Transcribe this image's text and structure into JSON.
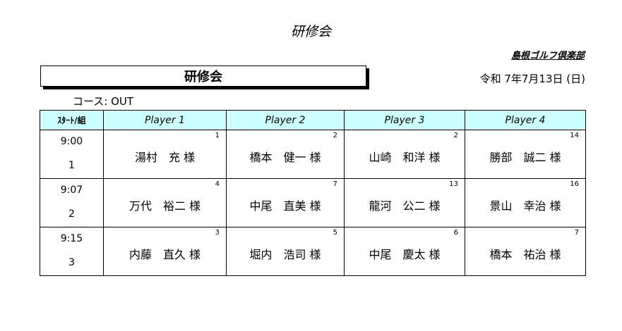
{
  "header": {
    "title": "研修会",
    "club": "島根ゴルフ倶楽部",
    "event": "研修会",
    "date": "令和 7年7月13日 (日)",
    "course": "コース: OUT"
  },
  "table": {
    "headers": [
      "ｽﾀｰﾄ/組",
      "Player 1",
      "Player 2",
      "Player 3",
      "Player 4"
    ],
    "rows": [
      {
        "time": "9:00",
        "group": "1",
        "players": [
          {
            "num": "1",
            "name": "湯村　充 様"
          },
          {
            "num": "2",
            "name": "橋本　健一 様"
          },
          {
            "num": "2",
            "name": "山崎　和洋 様"
          },
          {
            "num": "14",
            "name": "勝部　誠二 様"
          }
        ]
      },
      {
        "time": "9:07",
        "group": "2",
        "players": [
          {
            "num": "4",
            "name": "万代　裕二 様"
          },
          {
            "num": "7",
            "name": "中尾　直美 様"
          },
          {
            "num": "13",
            "name": "龍河　公二 様"
          },
          {
            "num": "16",
            "name": "景山　幸治 様"
          }
        ]
      },
      {
        "time": "9:15",
        "group": "3",
        "players": [
          {
            "num": "3",
            "name": "内藤　直久 様"
          },
          {
            "num": "5",
            "name": "堀内　浩司 様"
          },
          {
            "num": "6",
            "name": "中尾　慶太 様"
          },
          {
            "num": "7",
            "name": "橋本　祐治 様"
          }
        ]
      }
    ]
  }
}
